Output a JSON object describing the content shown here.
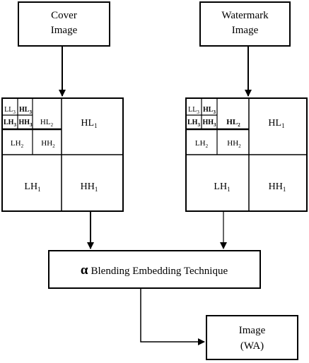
{
  "cover_box": {
    "line1": "Cover",
    "line2": "Image"
  },
  "watermark_box": {
    "line1": "Watermark",
    "line2": "Image"
  },
  "left_dwt": {
    "level3": {
      "ll": "LL",
      "ll_sub": "3",
      "hl": "HL",
      "hl_sub": "3",
      "lh": "LH",
      "lh_sub": "3",
      "hh": "HH",
      "hh_sub": "3"
    },
    "level2": {
      "hl": "HL",
      "hl_sub": "2",
      "lh": "LH",
      "lh_sub": "2",
      "hh": "HH",
      "hh_sub": "2"
    },
    "level1": {
      "hl": "HL",
      "hl_sub": "1",
      "lh": "LH",
      "lh_sub": "1",
      "hh": "HH",
      "hh_sub": "1"
    }
  },
  "right_dwt": {
    "level3": {
      "ll": "LL",
      "ll_sub": "3",
      "hl": "HL",
      "hl_sub": "3",
      "lh": "LH",
      "lh_sub": "3",
      "hh": "HH",
      "hh_sub": "3"
    },
    "level2": {
      "hl": "HL",
      "hl_sub": "2",
      "lh": "LH",
      "lh_sub": "2",
      "hh": "HH",
      "hh_sub": "2"
    },
    "level1": {
      "hl": "HL",
      "hl_sub": "1",
      "lh": "LH",
      "lh_sub": "1",
      "hh": "HH",
      "hh_sub": "1"
    }
  },
  "blend_box": {
    "symbol": "α",
    "label": "Blending Embedding Technique"
  },
  "output_box": {
    "line1": "Image",
    "line2": "(WA)"
  },
  "colors": {
    "stroke": "#000000",
    "background": "#ffffff"
  }
}
